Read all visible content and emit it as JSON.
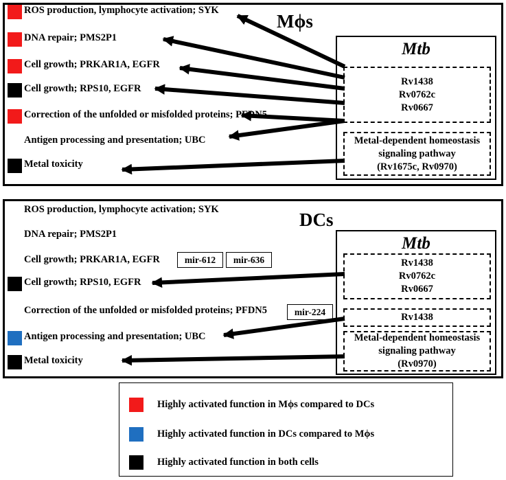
{
  "colors": {
    "red": "#f21a1a",
    "blue": "#1f6fc0",
    "black": "#000000"
  },
  "panel1": {
    "title": "Mϕs",
    "rows": [
      {
        "label": "ROS production, lymphocyte activation; SYK",
        "marker": "red"
      },
      {
        "label": "DNA repair; PMS2P1",
        "marker": "red"
      },
      {
        "label": "Cell growth; PRKAR1A, EGFR",
        "marker": "red"
      },
      {
        "label": "Cell growth; RPS10, EGFR",
        "marker": "black"
      },
      {
        "label": "Correction of the unfolded or misfolded proteins; PFDN5",
        "marker": "red"
      },
      {
        "label": "Antigen processing and presentation; UBC",
        "marker": "none"
      },
      {
        "label": "Metal toxicity",
        "marker": "black"
      }
    ],
    "mtb": {
      "title": "Mtb",
      "group1": [
        "Rv1438",
        "Rv0762c",
        "Rv0667"
      ],
      "group2": [
        "Metal-dependent homeostasis",
        "signaling pathway",
        "(Rv1675c, Rv0970)"
      ]
    }
  },
  "panel2": {
    "title": "DCs",
    "rows": [
      {
        "label": "ROS production, lymphocyte activation; SYK",
        "marker": "none"
      },
      {
        "label": "DNA  repair; PMS2P1",
        "marker": "none"
      },
      {
        "label": "Cell growth; PRKAR1A, EGFR",
        "marker": "none"
      },
      {
        "label": "Cell growth; RPS10, EGFR",
        "marker": "black"
      },
      {
        "label": "Correction of the unfolded or misfolded proteins; PFDN5",
        "marker": "none"
      },
      {
        "label": "Antigen processing and presentation; UBC",
        "marker": "blue"
      },
      {
        "label": "Metal toxicity",
        "marker": "black"
      }
    ],
    "mirs": [
      "mir-612",
      "mir-636",
      "mir-224"
    ],
    "mtb": {
      "title": "Mtb",
      "group1": [
        "Rv1438",
        "Rv0762c",
        "Rv0667"
      ],
      "group2": [
        "Rv1438"
      ],
      "group3": [
        "Metal-dependent homeostasis",
        "signaling pathway",
        "(Rv0970)"
      ]
    }
  },
  "legend": [
    {
      "label": "Highly activated function in Mϕs compared to DCs",
      "marker": "red"
    },
    {
      "label": "Highly activated function in DCs compared to Mϕs",
      "marker": "blue"
    },
    {
      "label": "Highly activated function in both cells",
      "marker": "black"
    }
  ]
}
